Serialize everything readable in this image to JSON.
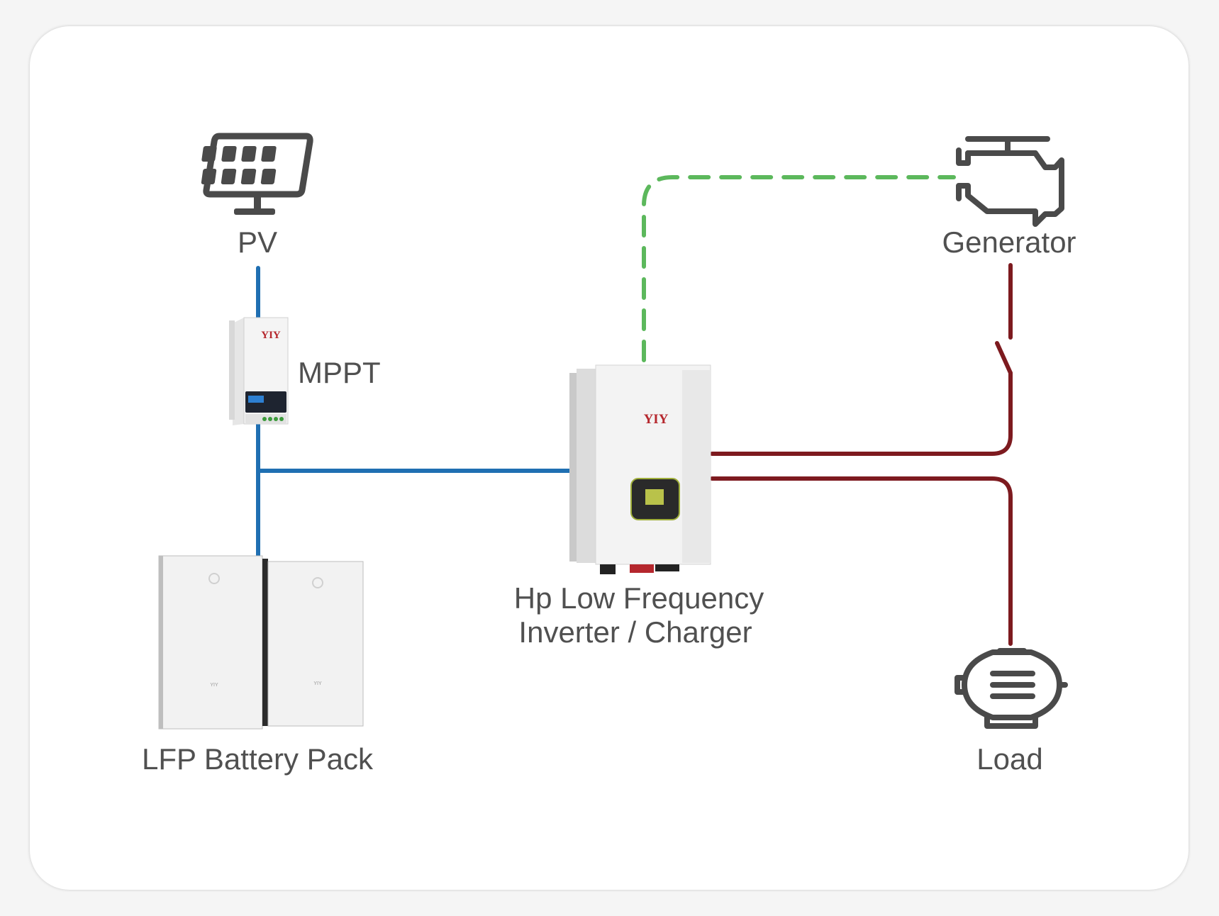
{
  "labels": {
    "pv": "PV",
    "mppt": "MPPT",
    "generator": "Generator",
    "inverter_line1": "Hp Low Frequency",
    "inverter_line2": "Inverter / Charger",
    "battery": "LFP Battery Pack",
    "load": "Load"
  },
  "brand": {
    "mppt_logo": "YIY",
    "inverter_logo": "YIY",
    "battery_logo_left": "YIY",
    "battery_logo_right": "YIY"
  },
  "icons": {
    "pv": "solar-panel-icon",
    "generator": "engine-icon",
    "load": "motor-icon"
  },
  "colors": {
    "dc_line": "#1f6fb2",
    "ac_line": "#7d1a1f",
    "generator_signal": "#5cb85c",
    "icon": "#4a4a4a",
    "label": "#505050",
    "brand": "#b5272d"
  }
}
